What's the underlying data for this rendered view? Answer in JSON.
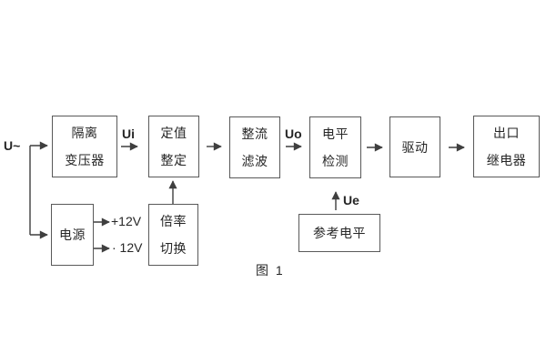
{
  "figure": {
    "caption": "图 1",
    "type": "block-diagram"
  },
  "colors": {
    "background": "#ffffff",
    "box_border": "#595959",
    "wire": "#3f3f3f",
    "text": "#262626"
  },
  "signals": {
    "input": "U~",
    "ui": "Ui",
    "uo": "Uo",
    "ue": "Ue",
    "rail_positive": "+12V",
    "rail_negative": "· 12V"
  },
  "blocks": {
    "isolation_transformer": {
      "lines": [
        "隔离",
        "变压器"
      ]
    },
    "setting": {
      "lines": [
        "定值",
        "整定"
      ]
    },
    "rectifier_filter": {
      "lines": [
        "整流",
        "滤波"
      ]
    },
    "level_detection": {
      "lines": [
        "电平",
        "检测"
      ]
    },
    "drive": {
      "label": "驱动"
    },
    "output_relay": {
      "lines": [
        "出口",
        "继电器"
      ]
    },
    "power_supply": {
      "label": "电源"
    },
    "multiplier_switch": {
      "lines": [
        "倍率",
        "切换"
      ]
    },
    "reference_level": {
      "label": "参考电平"
    }
  }
}
